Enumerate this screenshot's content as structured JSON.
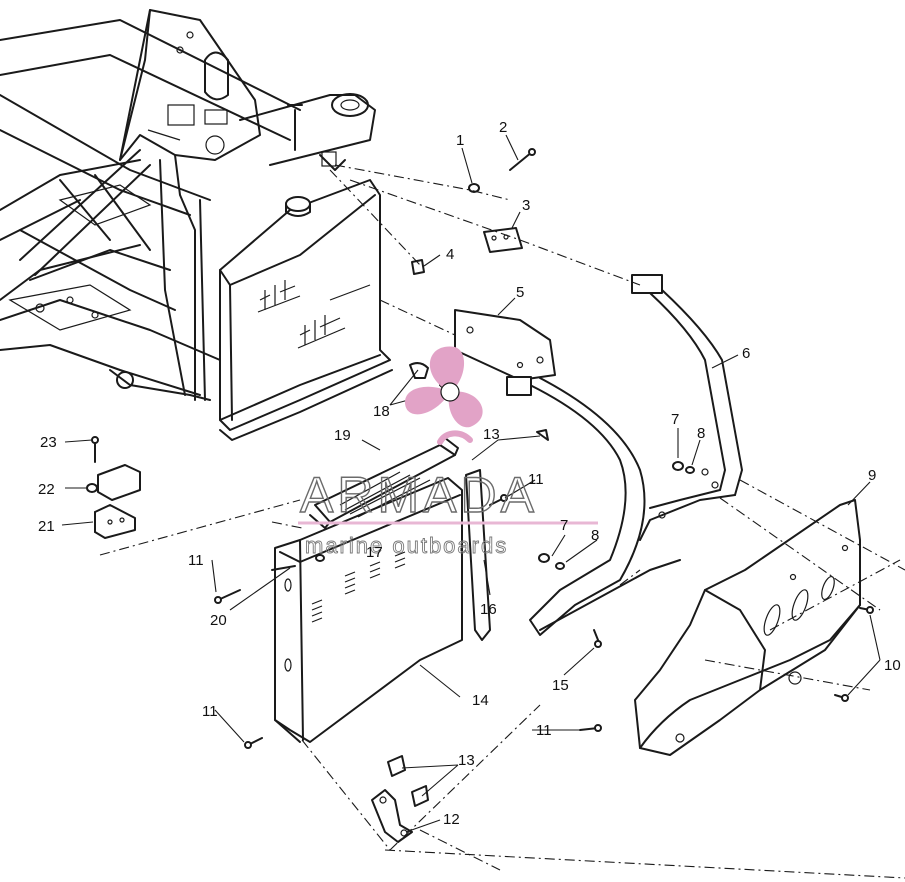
{
  "callouts": [
    {
      "id": "c1",
      "label": "1"
    },
    {
      "id": "c2",
      "label": "2"
    },
    {
      "id": "c3",
      "label": "3"
    },
    {
      "id": "c4",
      "label": "4"
    },
    {
      "id": "c5",
      "label": "5"
    },
    {
      "id": "c6",
      "label": "6"
    },
    {
      "id": "c7a",
      "label": "7"
    },
    {
      "id": "c8a",
      "label": "8"
    },
    {
      "id": "c9",
      "label": "9"
    },
    {
      "id": "c10",
      "label": "10"
    },
    {
      "id": "c11a",
      "label": "11"
    },
    {
      "id": "c11b",
      "label": "11"
    },
    {
      "id": "c11c",
      "label": "11"
    },
    {
      "id": "c11d",
      "label": "11"
    },
    {
      "id": "c12",
      "label": "12"
    },
    {
      "id": "c13a",
      "label": "13"
    },
    {
      "id": "c13b",
      "label": "13"
    },
    {
      "id": "c14",
      "label": "14"
    },
    {
      "id": "c15",
      "label": "15"
    },
    {
      "id": "c16",
      "label": "16"
    },
    {
      "id": "c17",
      "label": "17"
    },
    {
      "id": "c18",
      "label": "18"
    },
    {
      "id": "c19",
      "label": "19"
    },
    {
      "id": "c20",
      "label": "20"
    },
    {
      "id": "c21",
      "label": "21"
    },
    {
      "id": "c22",
      "label": "22"
    },
    {
      "id": "c23",
      "label": "23"
    },
    {
      "id": "c7b",
      "label": "7"
    },
    {
      "id": "c8b",
      "label": "8"
    }
  ],
  "watermark": {
    "title": "ARMADA",
    "subtitle": "marine outboards",
    "logo_color": "#e2a3c7",
    "line_color": "#e8b7d4"
  },
  "colors": {
    "ink": "#1a1a1a",
    "background": "#ffffff"
  }
}
